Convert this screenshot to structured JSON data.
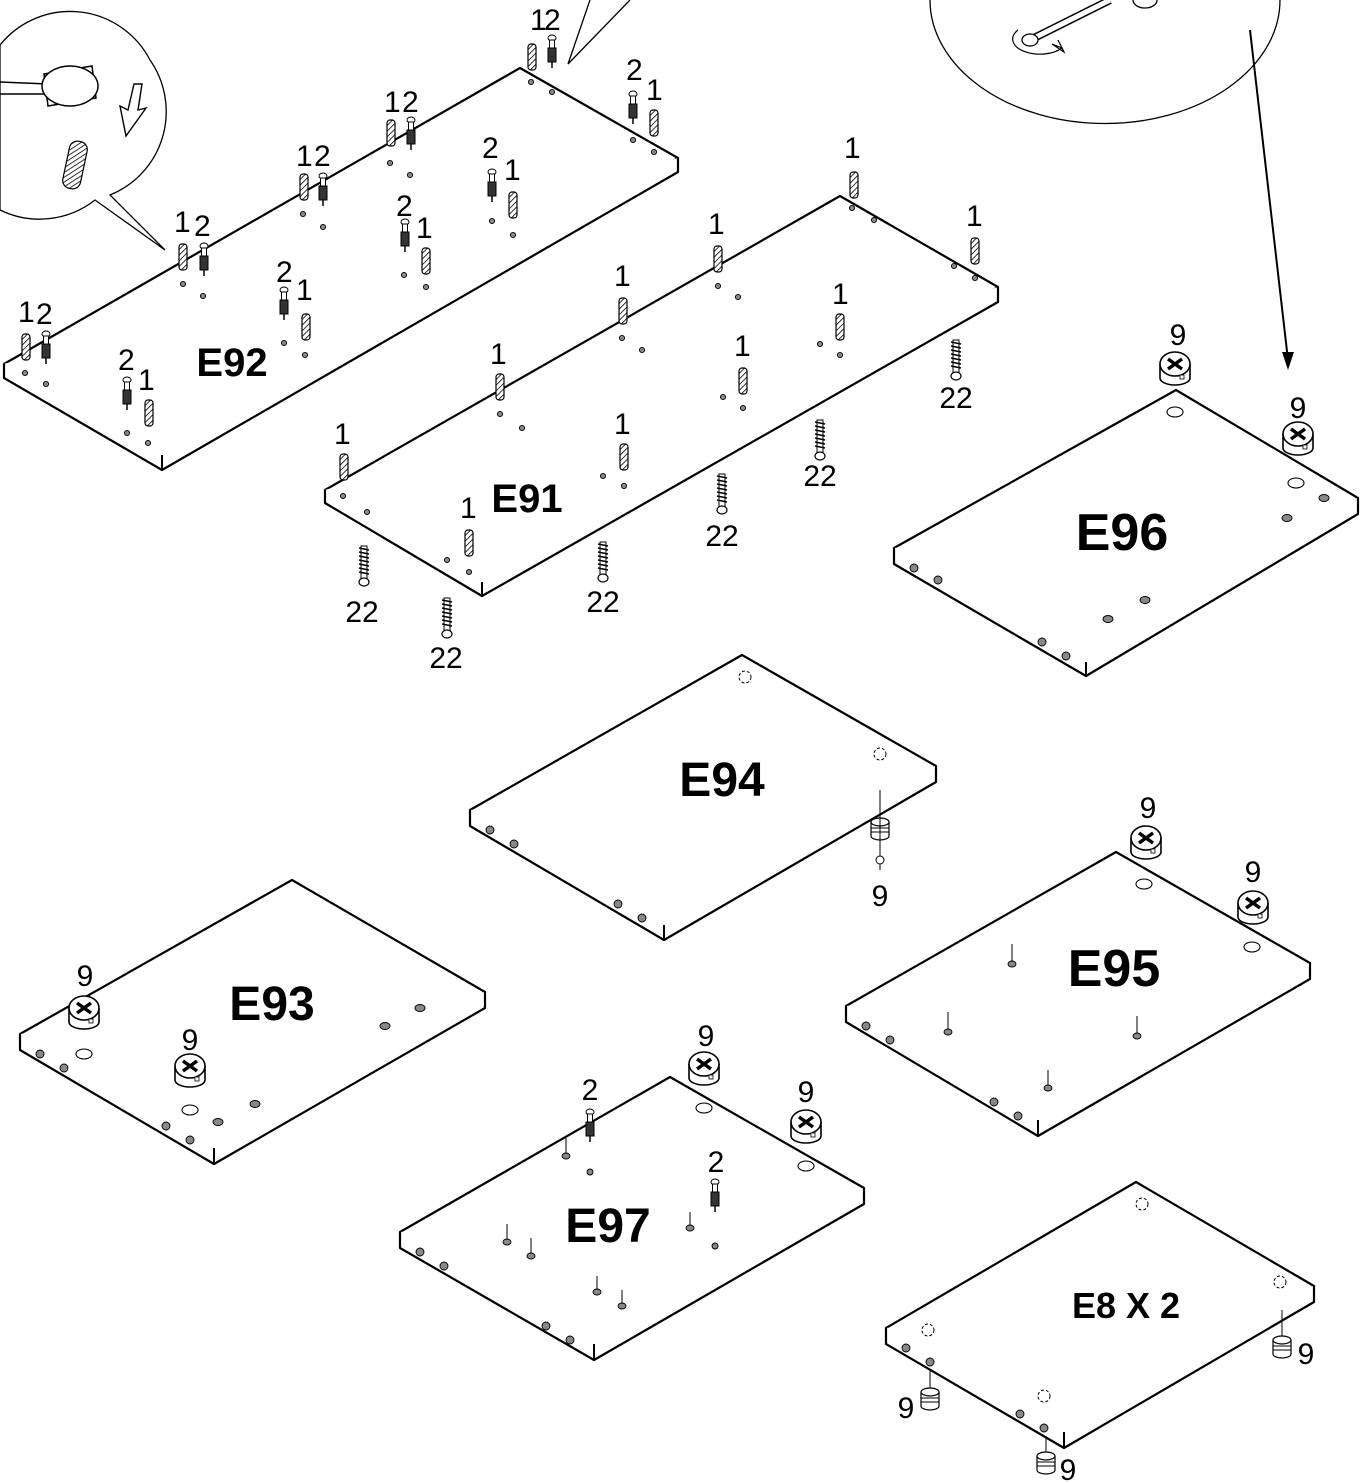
{
  "panels": [
    {
      "id": "e92",
      "label": "E92"
    },
    {
      "id": "e91",
      "label": "E91"
    },
    {
      "id": "e96",
      "label": "E96"
    },
    {
      "id": "e94",
      "label": "E94"
    },
    {
      "id": "e95",
      "label": "E95"
    },
    {
      "id": "e93",
      "label": "E93"
    },
    {
      "id": "e97",
      "label": "E97"
    },
    {
      "id": "e8",
      "label": "E8 X 2"
    }
  ],
  "parts": {
    "dowel": "1",
    "bolt": "2",
    "cam_lock": "9",
    "screw": "22"
  },
  "icons": [
    "hammer-icon",
    "down-arrow-icon",
    "dowel-icon",
    "screwdriver-icon",
    "rotate-arrow-icon"
  ]
}
